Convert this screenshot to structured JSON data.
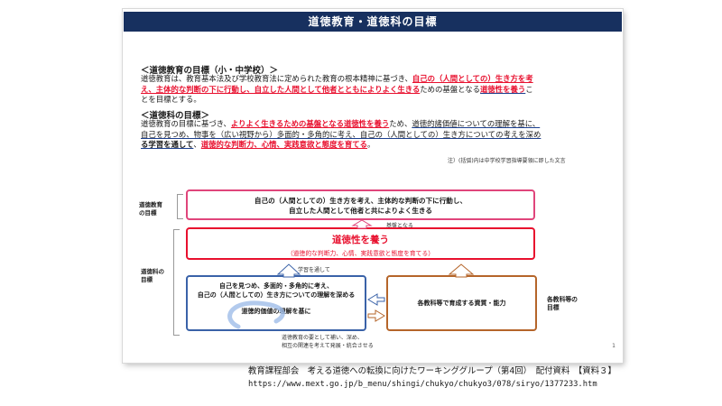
{
  "slide": {
    "title": "道徳教育・道徳科の目標",
    "section1": {
      "heading": "＜道徳教育の目標（小・中学校）＞",
      "line1_a": "道徳教育は、教育基本法及び学校教育法に定められた教育の根本精神に基づき、",
      "line1_b": "自己の（人間としての）生き方を考",
      "line2_a": "え、主体的な判断の下に行動し、自立した人間として他者とともによりよく生きる",
      "line2_b": "ための基盤となる",
      "line2_c": "道徳性を養う",
      "line2_d": "こ",
      "line3": "とを目標とする。"
    },
    "section2": {
      "heading": "＜道徳科の目標＞",
      "line1_a": "道徳教育の目標に基づき、",
      "line1_b": "よりよく生きるための基盤となる道徳性を養う",
      "line1_c": "ため、",
      "line1_d": "道徳的諸価値についての理解を基に、",
      "line2": "自己を見つめ、物事を（広い視野から）多面的・多角的に考え、自己の（人間としての）生き方についての考えを深め",
      "line3_a": "る学習を通して",
      "line3_b": "、",
      "line3_c": "道徳的な判断力、心情、実践意欲と態度を育てる",
      "line3_d": "。"
    },
    "note": "注）(括弧)内は中学校学習指導要領に即した文言",
    "diagram": {
      "left_label_1": "道徳教育\nの目標",
      "left_label_2": "道徳科の\n目標",
      "pink_line1": "自己の（人間としての）生き方を考え、主体的な判断の下に行動し、",
      "pink_line2": "自立した人間として他者と共によりよく生きる",
      "basis_label": "基盤となる",
      "red_big": "道徳性を養う",
      "red_small": "（道徳的な判断力、心情、実践意欲と態度を育てる）",
      "through_label": "学習を通して",
      "blue_line1": "自己を見つめ、多面的・多角的に考え、",
      "blue_line2": "自己の（人間としての）生き方についての理解を深める",
      "blue_line3": "道徳的価値の理解を基に",
      "brown_text": "各教科等で育成する資質・能力",
      "right_label": "各教科等の\n目標",
      "bottom_line1": "道徳教育の要として補い、深め、",
      "bottom_line2": "相互の関連を考えて発展・統合させる",
      "page_number": "1"
    }
  },
  "caption": {
    "line1": "教育課程部会　考える道徳への転換に向けたワーキンググループ（第4回）　配付資料　【資料３】",
    "line2": "https://www.mext.go.jp/b_menu/shingi/chukyo/chukyo3/078/siryo/1377233.htm"
  },
  "colors": {
    "title_bar": "#17305f",
    "red": "#e8102e",
    "pink": "#e0457b",
    "blue": "#3a62a8",
    "brown": "#b5652a"
  }
}
